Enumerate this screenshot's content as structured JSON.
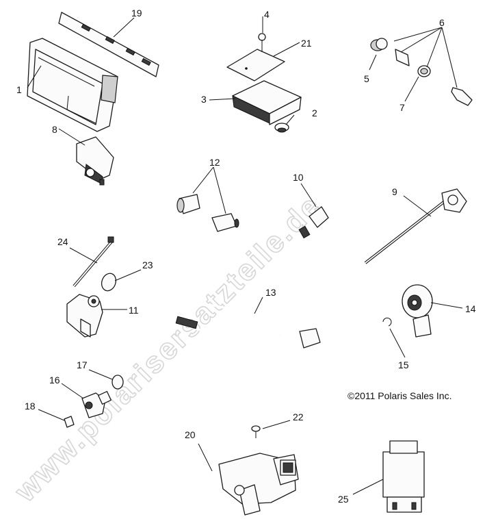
{
  "watermark": "www.polarisersatzteile.de",
  "copyright": "©2011 Polaris Sales Inc.",
  "callouts": {
    "c1": "1",
    "c2": "2",
    "c3": "3",
    "c4": "4",
    "c5": "5",
    "c6": "6",
    "c7": "7",
    "c8": "8",
    "c9": "9",
    "c10": "10",
    "c11": "11",
    "c12": "12",
    "c13": "13",
    "c14": "14",
    "c15": "15",
    "c16": "16",
    "c17": "17",
    "c18": "18",
    "c19": "19",
    "c20": "20",
    "c21": "21",
    "c22": "22",
    "c23": "23",
    "c24": "24",
    "c25": "25"
  }
}
